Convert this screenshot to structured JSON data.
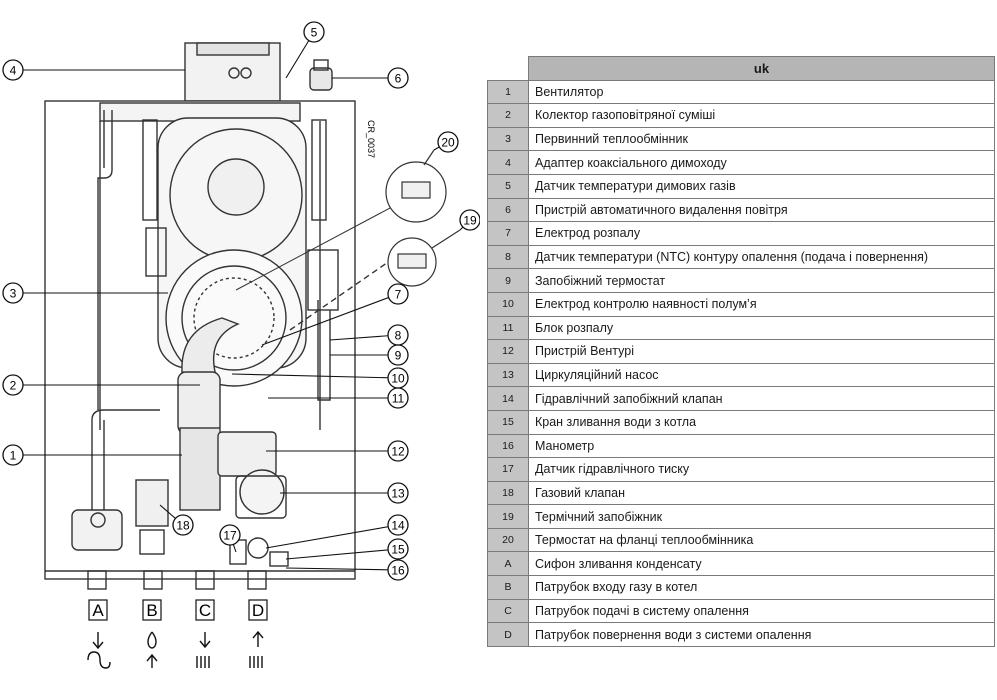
{
  "table": {
    "header": "uk",
    "rows": [
      {
        "code": "1",
        "desc": "Вентилятор"
      },
      {
        "code": "2",
        "desc": "Колектор газоповітряної суміші"
      },
      {
        "code": "3",
        "desc": "Первинний теплообмінник"
      },
      {
        "code": "4",
        "desc": "Адаптер коаксіального димоходу"
      },
      {
        "code": "5",
        "desc": "Датчик температури димових газів"
      },
      {
        "code": "6",
        "desc": "Пристрій автоматичного видалення повітря"
      },
      {
        "code": "7",
        "desc": "Електрод розпалу"
      },
      {
        "code": "8",
        "desc": "Датчик температури (NTC) контуру опалення (подача і повернення)"
      },
      {
        "code": "9",
        "desc": "Запобіжний термостат"
      },
      {
        "code": "10",
        "desc": "Електрод контролю наявності полум’я"
      },
      {
        "code": "11",
        "desc": "Блок розпалу"
      },
      {
        "code": "12",
        "desc": "Пристрій Вентурі"
      },
      {
        "code": "13",
        "desc": "Циркуляційний насос"
      },
      {
        "code": "14",
        "desc": "Гідравлічний запобіжний клапан"
      },
      {
        "code": "15",
        "desc": "Кран зливання води з котла"
      },
      {
        "code": "16",
        "desc": "Манометр"
      },
      {
        "code": "17",
        "desc": "Датчик гідравлічного тиску"
      },
      {
        "code": "18",
        "desc": "Газовий клапан"
      },
      {
        "code": "19",
        "desc": "Термічний запобіжник"
      },
      {
        "code": "20",
        "desc": "Термостат на фланці теплообмінника"
      },
      {
        "code": "A",
        "desc": "Сифон зливання конденсату"
      },
      {
        "code": "B",
        "desc": "Патрубок входу газу в котел"
      },
      {
        "code": "C",
        "desc": "Патрубок подачі в систему опалення"
      },
      {
        "code": "D",
        "desc": "Патрубок повернення води з системи опалення"
      }
    ]
  },
  "diagram": {
    "reference_code": "CR_0037",
    "callouts": [
      "1",
      "2",
      "3",
      "4",
      "5",
      "6",
      "7",
      "8",
      "9",
      "10",
      "11",
      "12",
      "13",
      "14",
      "15",
      "16",
      "17",
      "18",
      "19",
      "20"
    ],
    "connections": [
      "A",
      "B",
      "C",
      "D"
    ],
    "connection_icons": [
      "condensate-drain-icon",
      "gas-flame-icon",
      "heating-flow-icon",
      "heating-return-icon"
    ]
  }
}
